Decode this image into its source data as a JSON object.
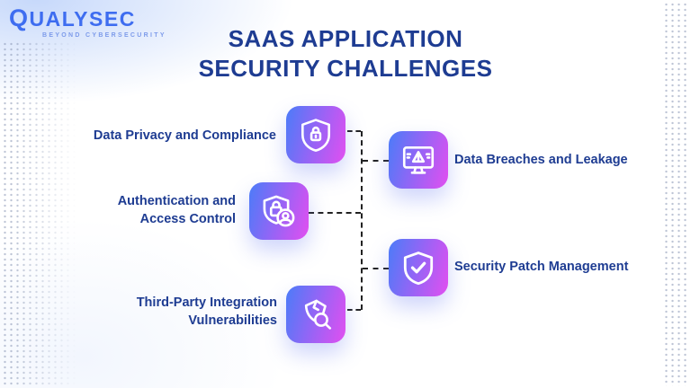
{
  "logo": {
    "brand": "QUALYSEC",
    "tagline": "BEYOND CYBERSECURITY"
  },
  "title": {
    "line1": "SAAS APPLICATION",
    "line2": "SECURITY CHALLENGES"
  },
  "items": [
    {
      "id": "data-privacy",
      "label": "Data Privacy and Compliance",
      "icon": "shield-lock-icon"
    },
    {
      "id": "authentication",
      "label1": "Authentication and",
      "label2": "Access Control",
      "icon": "shield-lock-user-icon"
    },
    {
      "id": "third-party",
      "label1": "Third-Party Integration",
      "label2": "Vulnerabilities",
      "icon": "fragment-magnifier-icon"
    },
    {
      "id": "data-breaches",
      "label": "Data Breaches and Leakage",
      "icon": "monitor-alert-icon"
    },
    {
      "id": "patch-management",
      "label": "Security Patch Management",
      "icon": "shield-check-icon"
    }
  ],
  "colors": {
    "navy_text": "#1e3c92",
    "logo_blue": "#3e6df0",
    "tagline_blue": "#7d9bea",
    "icon_gradient_start": "#4b7cf8",
    "icon_gradient_end": "#e24ff0",
    "connector": "#222222",
    "dot_pattern": "#8693b2"
  }
}
